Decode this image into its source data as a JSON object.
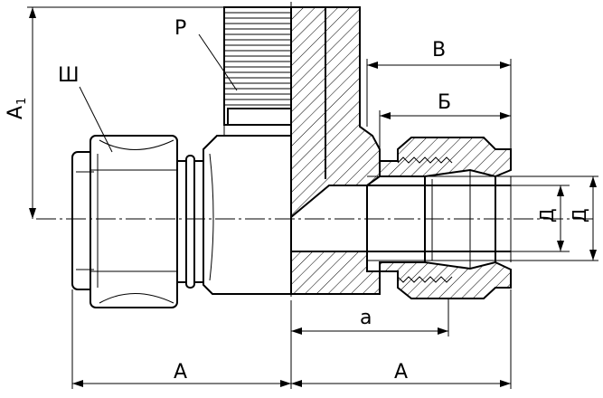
{
  "labels": {
    "thread": "Р",
    "wrench": "Ш",
    "height_prefix": "А",
    "height_sub": "1",
    "length_left": "А",
    "length_right": "А",
    "dim_v": "В",
    "dim_b": "Б",
    "dim_a_small": "а",
    "diam_small": "Д",
    "diam_large": "Д"
  }
}
